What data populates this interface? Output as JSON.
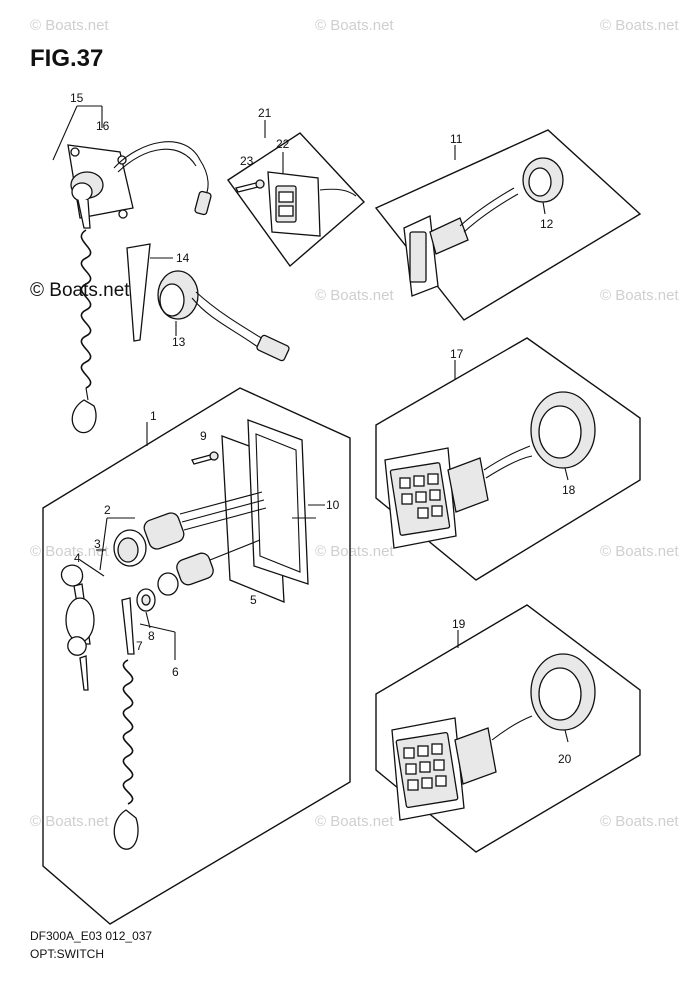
{
  "figure": {
    "title": "FIG.37",
    "code": "DF300A_E03 012_037",
    "name": "OPT:SWITCH"
  },
  "watermark": {
    "text": "© Boats.net"
  },
  "callouts": [
    "1",
    "2",
    "3",
    "4",
    "5",
    "6",
    "7",
    "8",
    "9",
    "10",
    "11",
    "12",
    "13",
    "14",
    "15",
    "16",
    "17",
    "18",
    "19",
    "20",
    "21",
    "22",
    "23"
  ]
}
